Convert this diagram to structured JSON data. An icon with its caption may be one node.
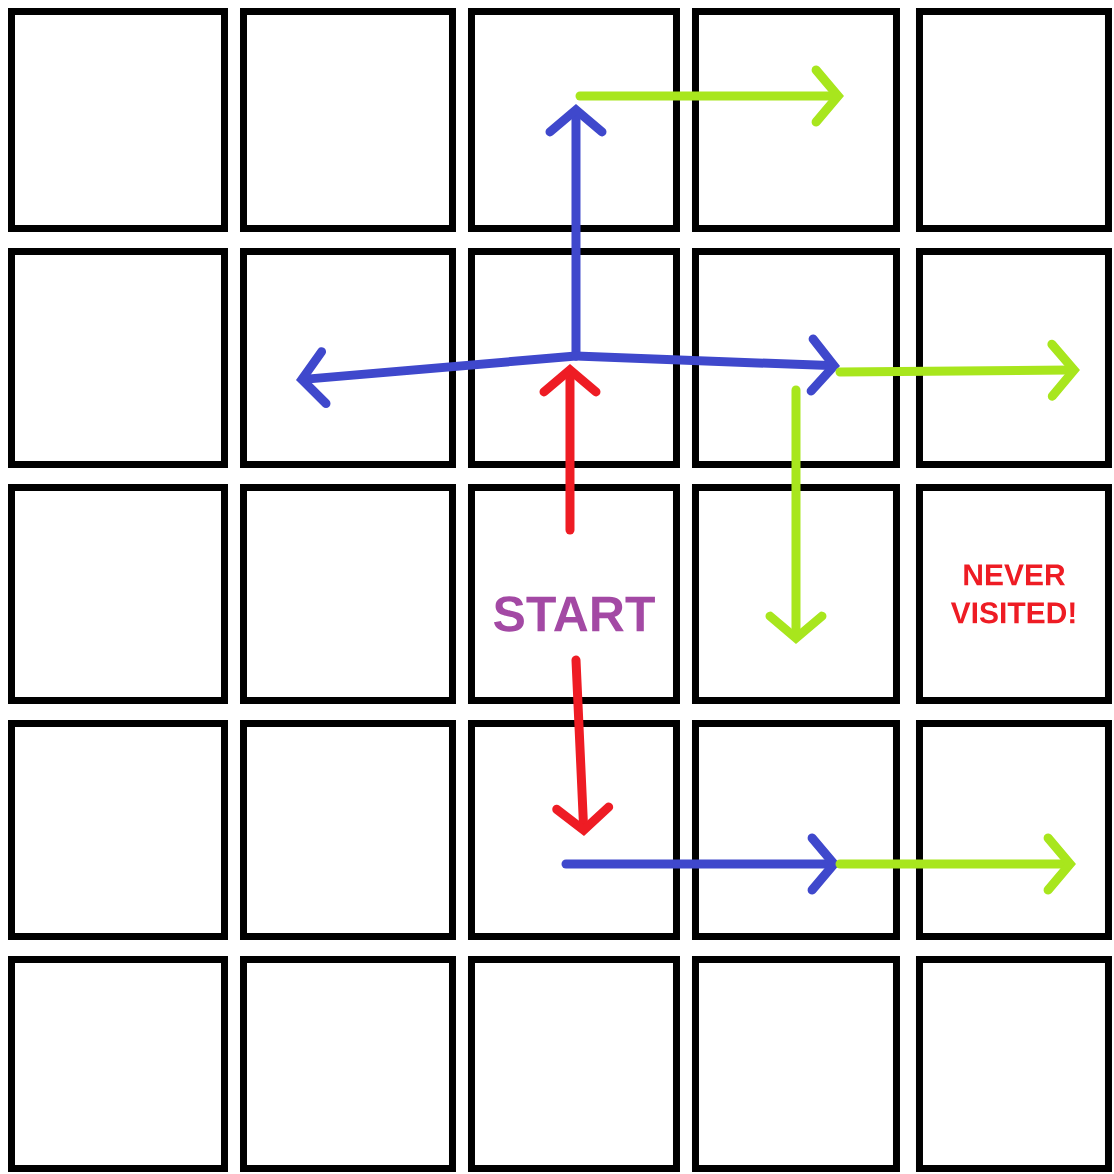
{
  "diagram": {
    "nodes": [
      {
        "text": [],
        "shape": "box"
      },
      {
        "text": [],
        "shape": "box"
      },
      {
        "text": [],
        "shape": "box"
      },
      {
        "text": [],
        "shape": "box"
      },
      {
        "text": [],
        "shape": "box"
      },
      {
        "text": [],
        "shape": "box"
      },
      {
        "text": [],
        "shape": "box"
      },
      {
        "text": [],
        "shape": "box"
      },
      {
        "text": [],
        "shape": "box"
      },
      {
        "text": [],
        "shape": "box"
      },
      {
        "text": [],
        "shape": "box"
      },
      {
        "text": [],
        "shape": "box"
      },
      {
        "text": [
          "START"
        ]
      },
      {
        "text": [],
        "shape": "box"
      },
      {
        "text": [
          "NEVER VISITED!"
        ]
      },
      {
        "text": [],
        "shape": "box"
      },
      {
        "text": [],
        "shape": "box"
      },
      {
        "text": [],
        "shape": "box"
      },
      {
        "text": [],
        "shape": "box"
      },
      {
        "text": [],
        "shape": "box"
      },
      {
        "text": [],
        "shape": "box"
      },
      {
        "text": [],
        "shape": "box"
      },
      {
        "text": [],
        "shape": "box"
      },
      {
        "text": [],
        "shape": "box"
      },
      {
        "text": [],
        "shape": "box"
      }
    ],
    "edges": [
      {
        "from": 12,
        "to": 7,
        "arrow": "to",
        "color": "#ee1c24"
      },
      {
        "from": 12,
        "to": 17,
        "arrow": "to",
        "color": "#ee1c24"
      },
      {
        "from": 7,
        "to": 2,
        "arrow": "to",
        "color": "#3f48cc"
      },
      {
        "from": 7,
        "to": 6,
        "arrow": "to",
        "color": "#3f48cc"
      },
      {
        "from": 7,
        "to": 8,
        "arrow": "to",
        "color": "#3f48cc"
      },
      {
        "from": 2,
        "to": 3,
        "arrow": "to",
        "color": "#a8e61d"
      },
      {
        "from": 8,
        "to": 9,
        "arrow": "to",
        "color": "#a8e61d"
      },
      {
        "from": 8,
        "to": 13,
        "arrow": "to",
        "color": "#a8e61d"
      },
      {
        "from": 17,
        "to": 18,
        "arrow": "to",
        "color": "#3f48cc"
      },
      {
        "from": 18,
        "to": 19,
        "arrow": "to",
        "color": "#a8e61d"
      }
    ]
  }
}
